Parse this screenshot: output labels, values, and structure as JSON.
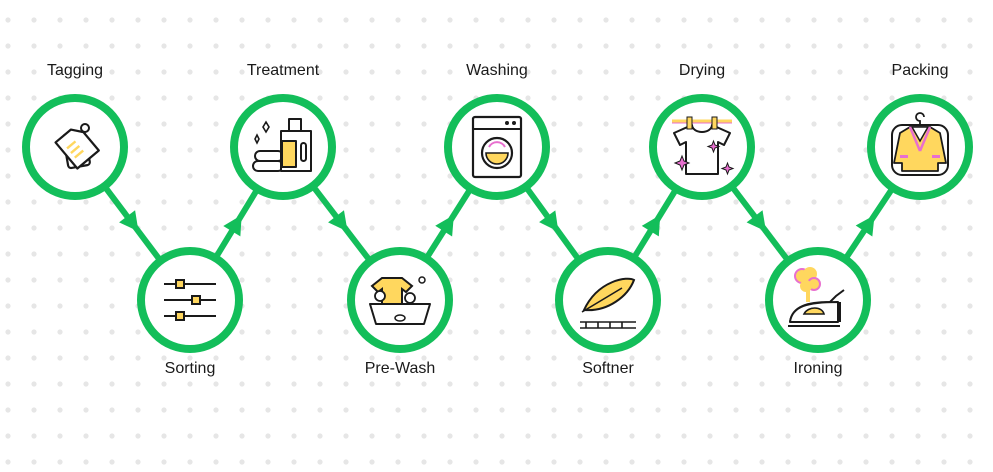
{
  "colors": {
    "accent": "#13BE5A",
    "dots": "#E6E6E6",
    "icon_fill": "#FFD75E",
    "icon_accent": "#E86FCF",
    "stroke": "#1A1A1A"
  },
  "steps": [
    {
      "label": "Tagging",
      "icon": "tag-icon",
      "row": "top"
    },
    {
      "label": "Sorting",
      "icon": "sliders-icon",
      "row": "bottom"
    },
    {
      "label": "Treatment",
      "icon": "detergent-icon",
      "row": "top"
    },
    {
      "label": "Pre-Wash",
      "icon": "basin-icon",
      "row": "bottom"
    },
    {
      "label": "Washing",
      "icon": "washing-machine-icon",
      "row": "top"
    },
    {
      "label": "Softner",
      "icon": "feather-icon",
      "row": "bottom"
    },
    {
      "label": "Drying",
      "icon": "clothesline-shirt-icon",
      "row": "top"
    },
    {
      "label": "Ironing",
      "icon": "steam-iron-icon",
      "row": "bottom"
    },
    {
      "label": "Packing",
      "icon": "garment-bag-icon",
      "row": "top"
    }
  ]
}
